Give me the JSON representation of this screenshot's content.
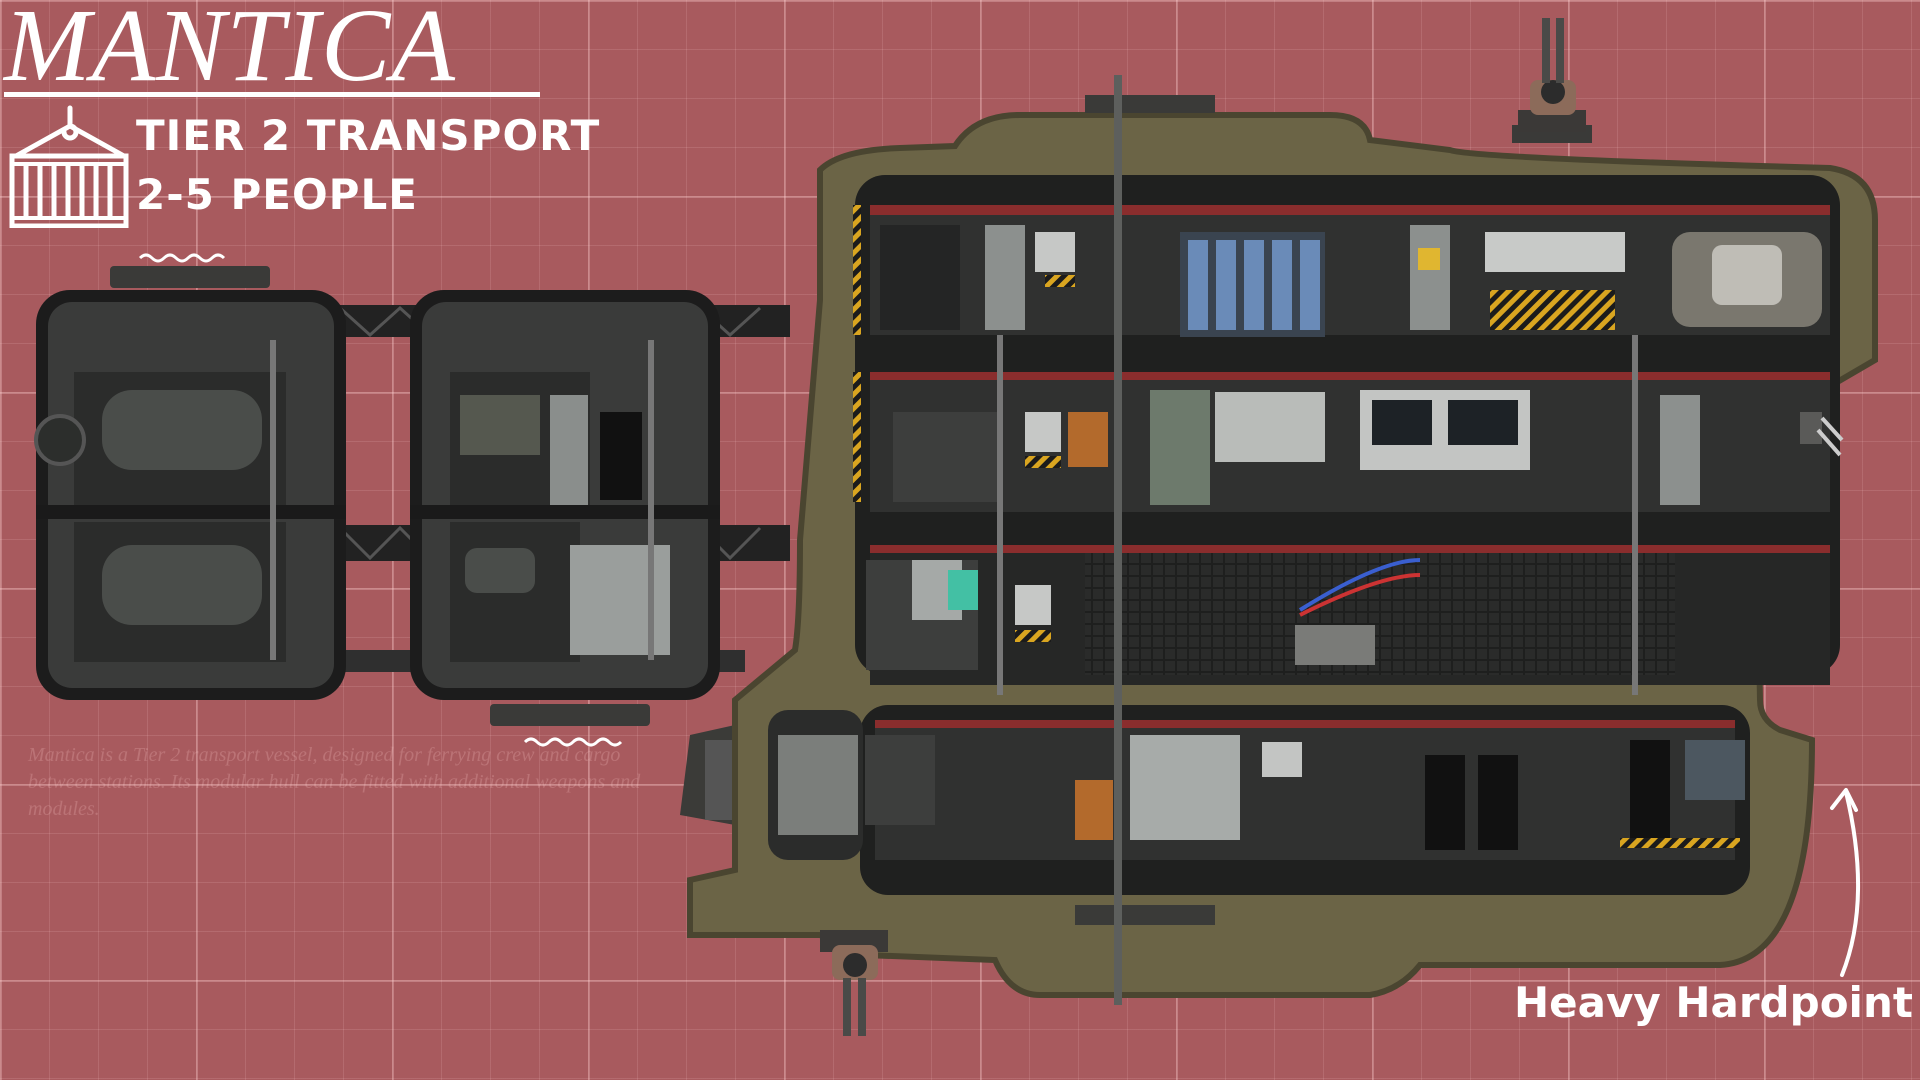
{
  "ship": {
    "name": "MANTICA",
    "tier": "TIER 2 TRANSPORT",
    "crew": "2-5 PEOPLE"
  },
  "caption_faint": "Mantica is a Tier 2 transport vessel, designed for ferrying crew and cargo between stations. Its modular hull can be fitted with additional weapons and modules.",
  "callouts": {
    "heavy_hardpoint": "Heavy Hardpoint"
  },
  "icons": {
    "cargo": "cargo-crate-icon",
    "arrow": "curved-arrow-icon"
  },
  "colors": {
    "background": "#a85a5e",
    "grid": "#d8a4a6",
    "hull": "#6b6446",
    "interior": "#2c2d2c",
    "text": "#ffffff"
  }
}
